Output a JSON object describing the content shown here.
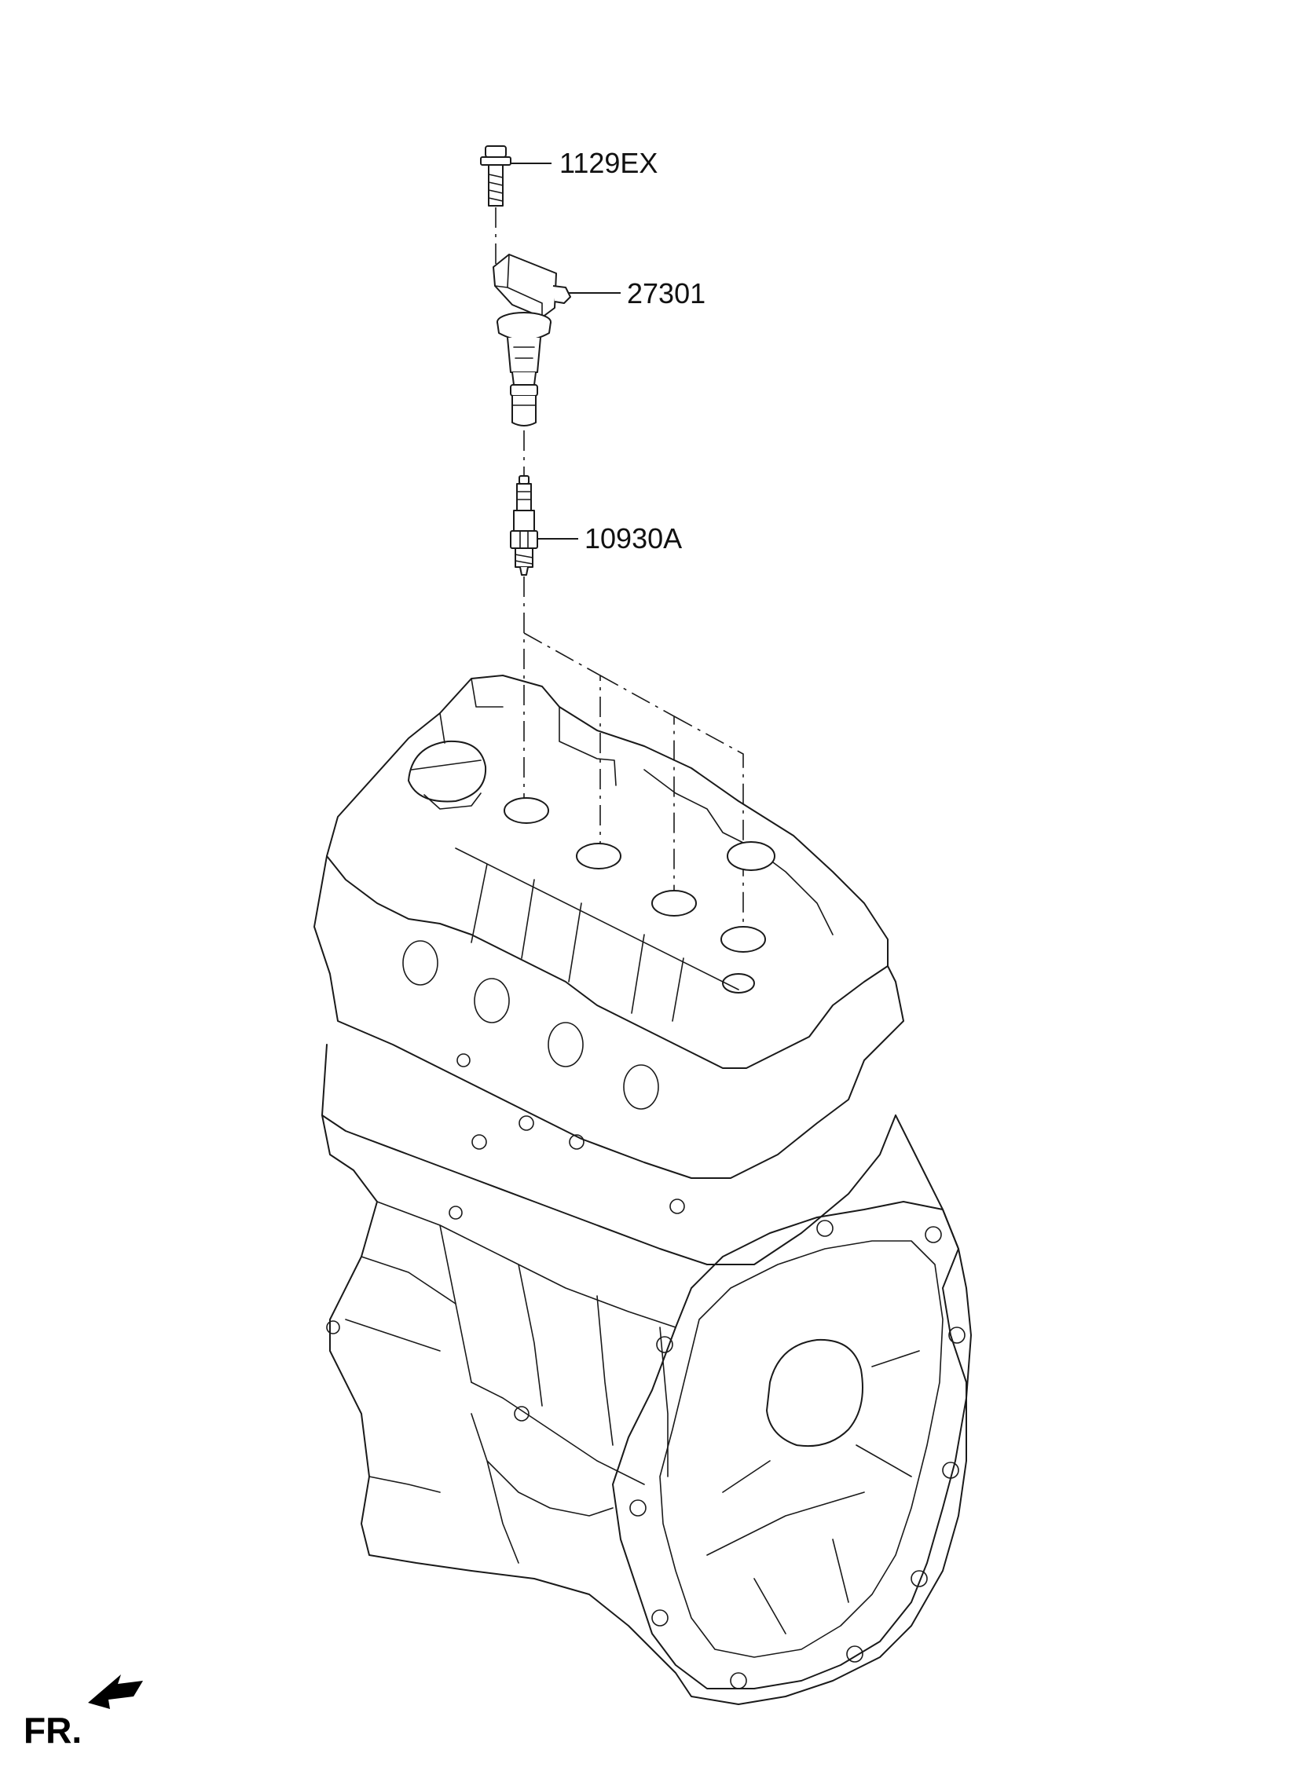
{
  "parts": [
    {
      "id": "bolt",
      "label": "1129EX"
    },
    {
      "id": "ignition-coil",
      "label": "27301"
    },
    {
      "id": "spark-plug",
      "label": "10930A"
    }
  ],
  "direction": {
    "label": "FR."
  },
  "colors": {
    "line": "#1a1a1a",
    "background": "#ffffff"
  }
}
